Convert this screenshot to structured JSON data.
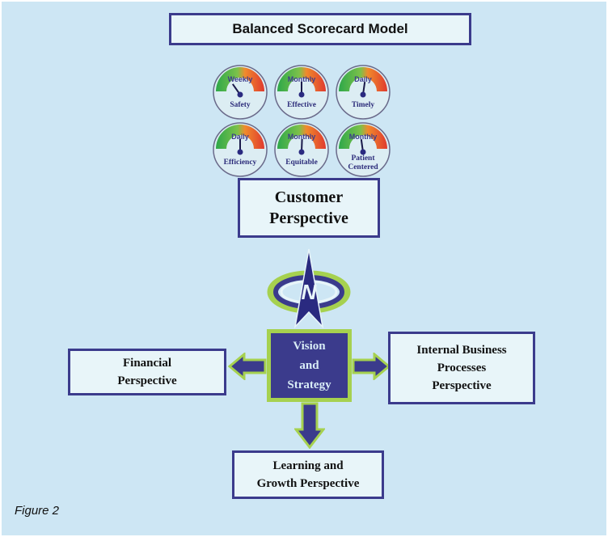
{
  "title": "Balanced Scorecard Model",
  "gauges": [
    {
      "label_lines": [
        "Safety"
      ],
      "needle_angle": -35,
      "arc_text": "Weekly"
    },
    {
      "label_lines": [
        "Effective"
      ],
      "needle_angle": 0,
      "arc_text": "Monthly"
    },
    {
      "label_lines": [
        "Timely"
      ],
      "needle_angle": 8,
      "arc_text": "Daily"
    },
    {
      "label_lines": [
        "Efficiency"
      ],
      "needle_angle": 0,
      "arc_text": "Daily"
    },
    {
      "label_lines": [
        "Equitable"
      ],
      "needle_angle": 2,
      "arc_text": "Monthly"
    },
    {
      "label_lines": [
        "Patient",
        "Centered"
      ],
      "needle_angle": -8,
      "arc_text": "Monthly"
    }
  ],
  "customer": {
    "line1": "Customer",
    "line2": "Perspective"
  },
  "vision": {
    "line1": "Vision",
    "line2": "and",
    "line3": "Strategy"
  },
  "financial": {
    "line1": "Financial",
    "line2": "Perspective"
  },
  "internal": {
    "line1": "Internal Business",
    "line2": "Processes",
    "line3": "Perspective"
  },
  "learning": {
    "line1": "Learning and",
    "line2": "Growth Perspective"
  },
  "compass_letter": "N",
  "caption": "Figure 2",
  "colors": {
    "background": "#cde6f4",
    "box_fill": "#e8f5f9",
    "navy": "#3b3b8c",
    "lime": "#a6d14f",
    "gauge_green": "#2ea84a",
    "gauge_red": "#e03a2f"
  }
}
